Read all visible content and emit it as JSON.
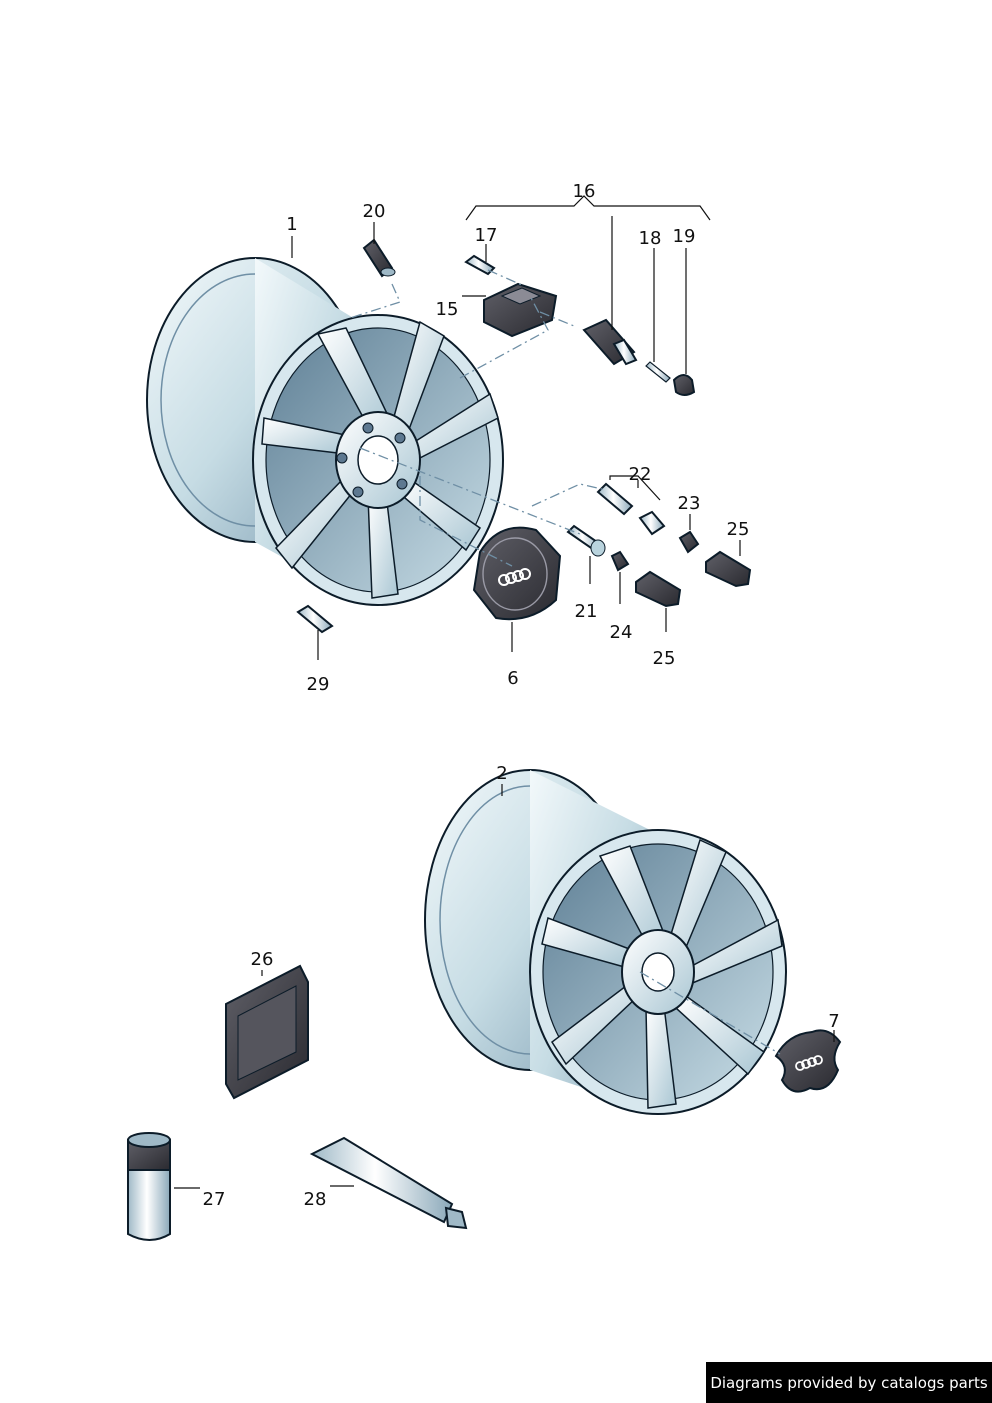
{
  "callouts": {
    "c1": "1",
    "c2": "2",
    "c6": "6",
    "c7": "7",
    "c15": "15",
    "c16": "16",
    "c17": "17",
    "c18": "18",
    "c19": "19",
    "c20": "20",
    "c21": "21",
    "c22": "22",
    "c23": "23",
    "c24": "24",
    "c25a": "25",
    "c25b": "25",
    "c26": "26",
    "c27": "27",
    "c28": "28",
    "c29": "29"
  },
  "footer": {
    "credit": "Diagrams provided by catalogs parts"
  },
  "colors": {
    "outline": "#0c1c29",
    "metal_light": "#eef6f9",
    "metal_mid": "#b9d3dd",
    "metal_dark": "#6f8fa5",
    "hub_dark": "#3f3f45",
    "leader_dash": "#6f8fa5",
    "credit_bg": "#000000",
    "credit_text": "#ffffff"
  }
}
